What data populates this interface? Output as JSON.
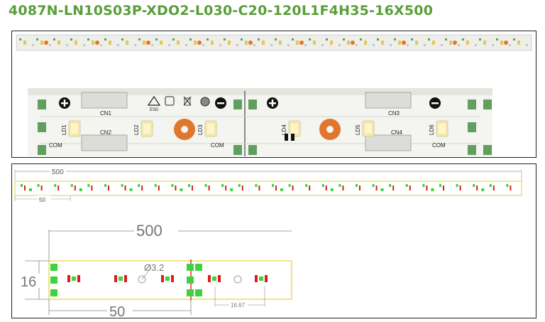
{
  "title": "4087N-LN10S03P-XDO2-L030-C20-120L1F4H35-16X500",
  "photo": {
    "connectors": [
      "CN1",
      "CN2",
      "CN3",
      "CN4"
    ],
    "leds": [
      "LD1",
      "LD2",
      "LD3",
      "LD4",
      "LD5",
      "LD6"
    ],
    "com_label": "COM",
    "esd_label": "ESD"
  },
  "drawing": {
    "total_length": "500",
    "segment_length": "50",
    "width": "16",
    "hole_diameter": "Ø3.2",
    "pitch": "16.67"
  },
  "colors": {
    "title_green": "#5a9e3a",
    "pcb_white": "#f4f4f0",
    "pad_green": "#3fd13f",
    "strip_yellow": "#e6d23a",
    "cut_red": "#e01b1b",
    "orange_pad": "#e0772c"
  }
}
